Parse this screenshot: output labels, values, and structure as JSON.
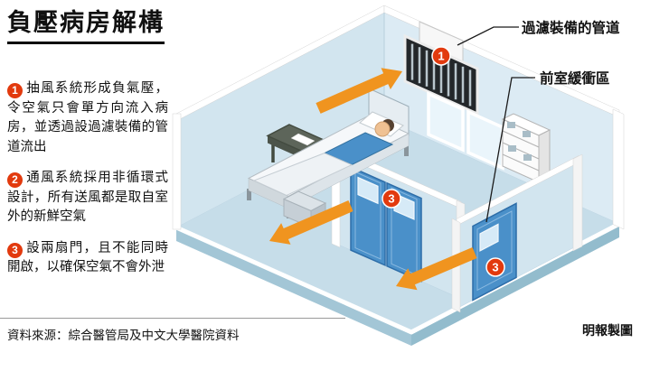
{
  "title": "負壓病房解構",
  "legend": [
    {
      "num": "1",
      "text": "抽風系統形成負氣壓，令空氣只會單方向流入病房，並透過設過濾裝備的管道流出"
    },
    {
      "num": "2",
      "text": "通風系統採用非循環式設計，所有送風都是取自室外的新鮮空氣"
    },
    {
      "num": "3",
      "text": "設兩扇門，且不能同時開啟，以確保空氣不會外泄"
    }
  ],
  "callouts": {
    "filter_duct": "過濾裝備的管道",
    "anteroom": "前室緩衝區"
  },
  "badges": {
    "vent": "1",
    "inner_door": "3",
    "outer_door": "3"
  },
  "footer": {
    "source": "資料來源：綜合醫管局及中文大學醫院資料",
    "credit": "明報製圖"
  },
  "colors": {
    "badge_red": "#e23a0e",
    "arrow_orange": "#f0941f",
    "door_blue": "#4a90c9",
    "wall_blue": "#d2e5ef",
    "floor_blue": "#c6dde9",
    "vent_dark": "#23272a"
  }
}
